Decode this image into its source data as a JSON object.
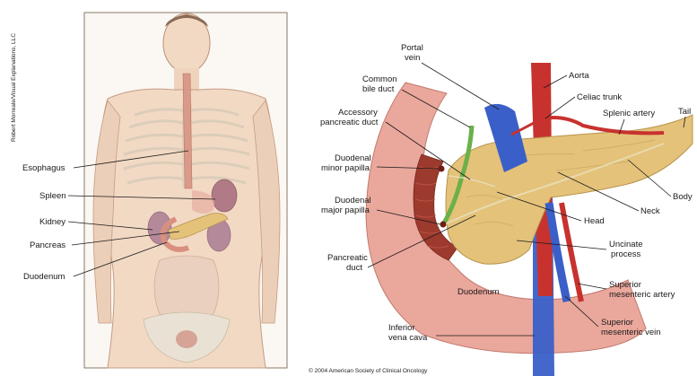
{
  "credits": {
    "side": "Robert Morreale/Visual Explanations, LLC",
    "bottom": "© 2004 American Society of Clinical Oncology"
  },
  "left_labels": {
    "esophagus": "Esophagus",
    "spleen": "Spleen",
    "kidney": "Kidney",
    "pancreas": "Pancreas",
    "duodenum": "Duodenum"
  },
  "right_labels": {
    "portal_vein_1": "Portal",
    "portal_vein_2": "vein",
    "common_bile_duct_1": "Common",
    "common_bile_duct_2": "bile duct",
    "accessory_duct_1": "Accessory",
    "accessory_duct_2": "pancreatic duct",
    "minor_papilla_1": "Duodenal",
    "minor_papilla_2": "minor papilla",
    "major_papilla_1": "Duodenal",
    "major_papilla_2": "major papilla",
    "pancreatic_duct_1": "Pancreatic",
    "pancreatic_duct_2": "duct",
    "duodenum": "Duodenum",
    "ivc_1": "Inferior",
    "ivc_2": "vena cava",
    "aorta": "Aorta",
    "celiac_trunk": "Celiac trunk",
    "splenic_artery": "Splenic artery",
    "tail": "Tail",
    "body": "Body",
    "neck": "Neck",
    "head": "Head",
    "uncinate_1": "Uncinate",
    "uncinate_2": "process",
    "sma_1": "Superior",
    "sma_2": "mesenteric artery",
    "smv_1": "Superior",
    "smv_2": "mesenteric vein"
  },
  "colors": {
    "skin": "#f2d9c4",
    "skin_shade": "#d9b49a",
    "bone": "#e9e2d4",
    "pancreas": "#e4c27a",
    "duodenum": "#e8a29a",
    "artery": "#c8322e",
    "vein": "#3a5fc8",
    "bile": "#6bb04a"
  }
}
